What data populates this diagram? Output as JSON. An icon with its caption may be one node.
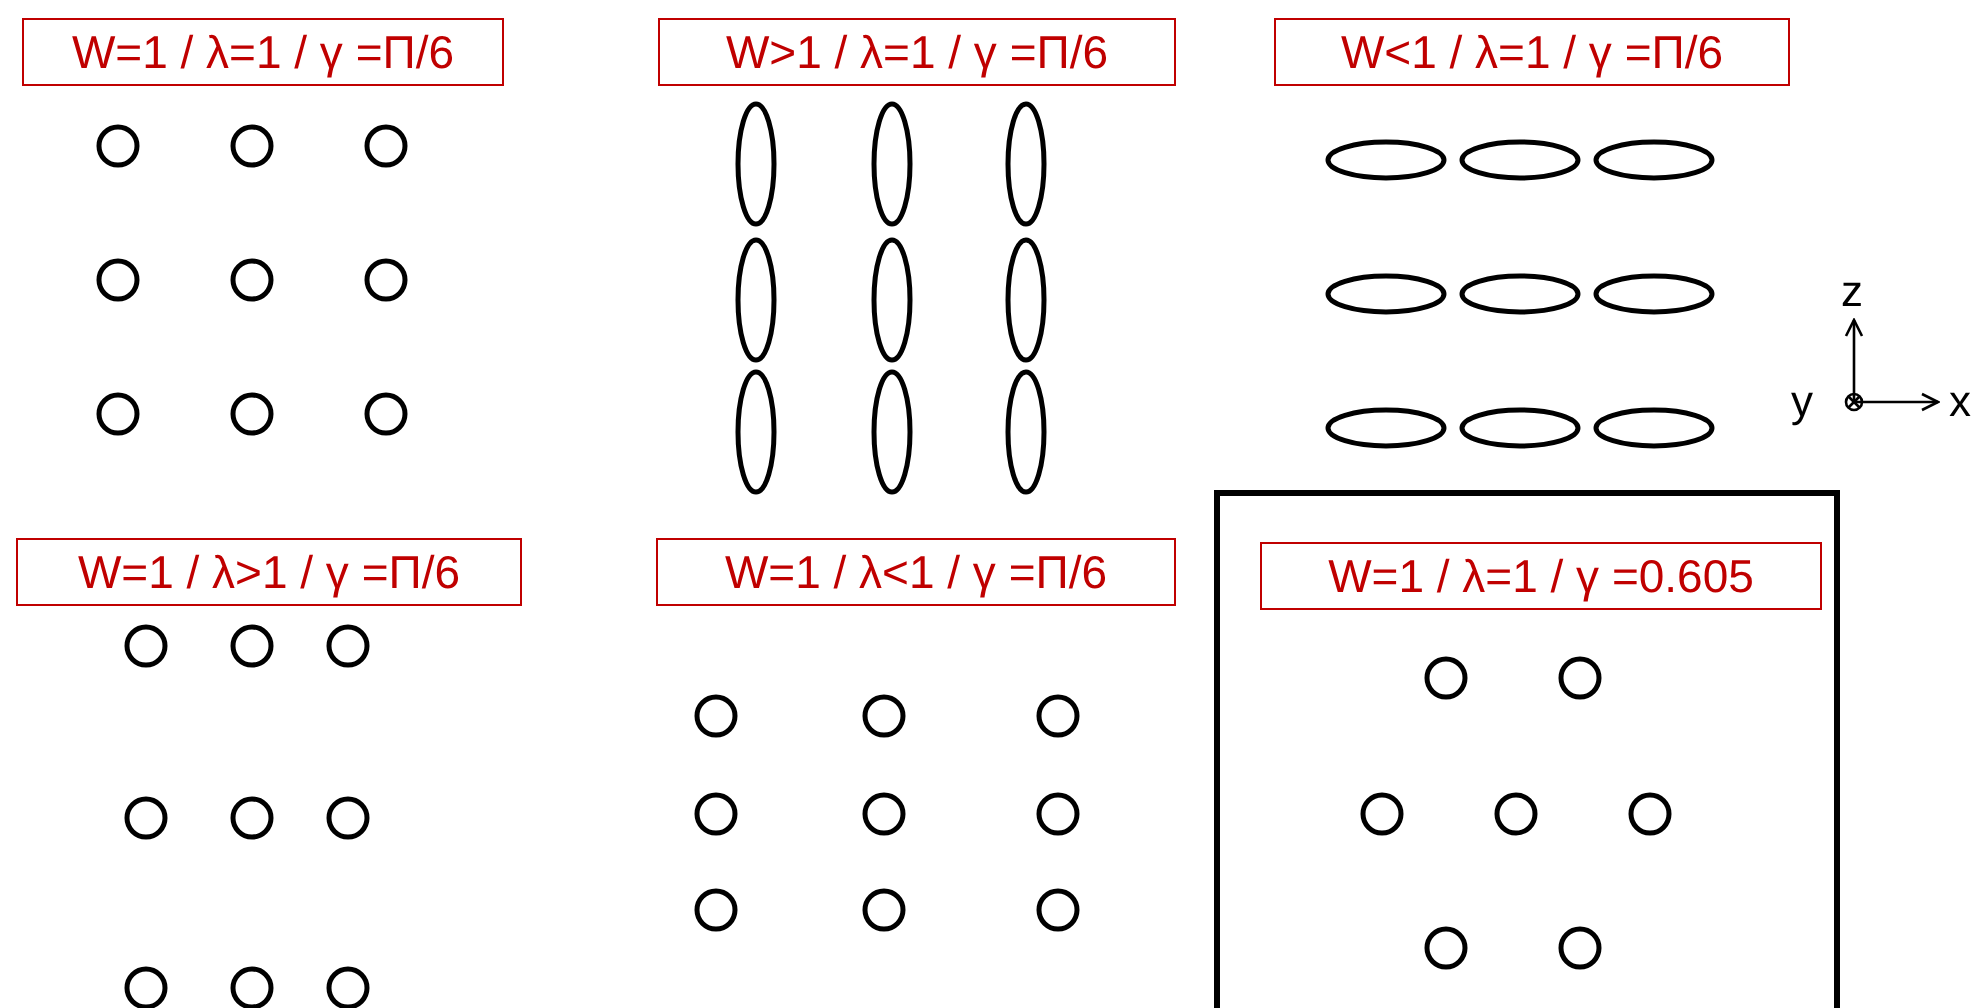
{
  "diagram": {
    "nodes": [
      {
        "text": [
          "W=1 / λ=1 / γ =Π/6"
        ]
      },
      {
        "text": [
          "W>1 / λ=1 / γ =Π/6"
        ]
      },
      {
        "text": [
          "W<1 / λ=1 / γ =Π/6"
        ]
      },
      {
        "text": [
          "W=1 / λ>1 / γ =Π/6"
        ]
      },
      {
        "text": [
          "W=1 / λ<1 / γ =Π/6"
        ]
      },
      {
        "text": [],
        "shape": "box"
      },
      {
        "text": [
          "W=1 / λ=1 / γ =0.605"
        ],
        "in": 5
      }
    ],
    "labels": [
      "z",
      "y",
      "x"
    ]
  }
}
